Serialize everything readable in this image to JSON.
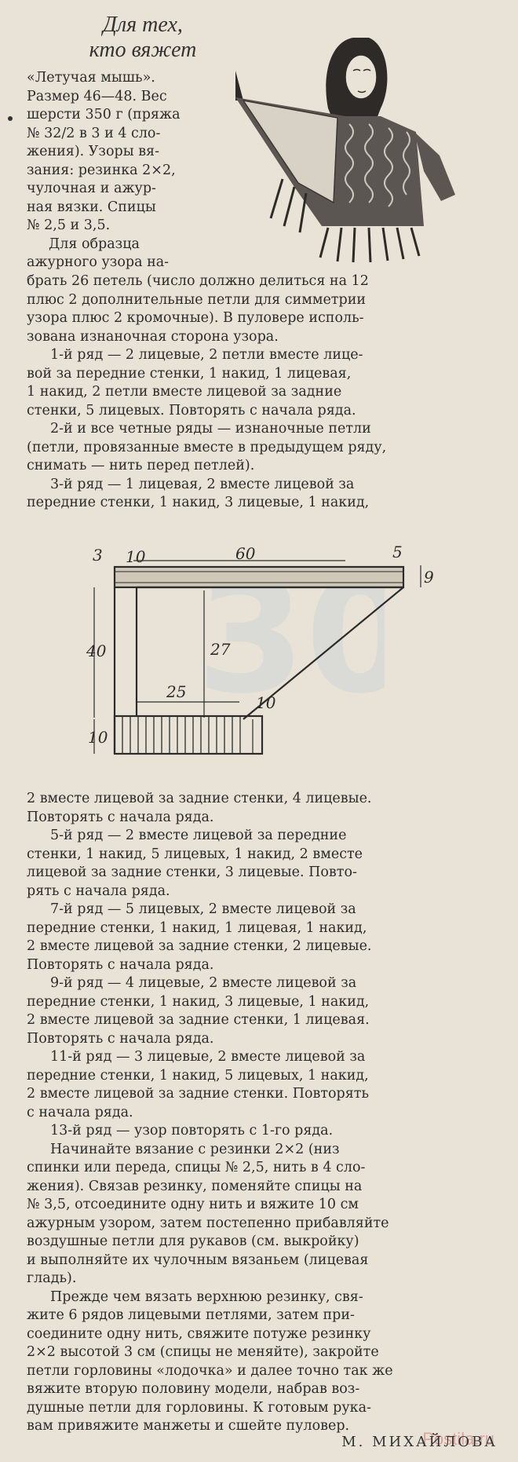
{
  "header": {
    "title_line1": "Для тех,",
    "title_line2": "кто вяжет"
  },
  "intro": [
    "«Летучая мышь».",
    "Размер 46—48. Вес",
    "шерсти 350 г (пряжа",
    "№ 32/2 в 3 и 4 сло-",
    "жения). Узоры вя-",
    "зания: резинка 2×2,",
    "чулочная и ажур-",
    "ная вязки. Спицы",
    "№ 2,5 и 3,5.",
    "Для образца",
    "ажурного узора на-"
  ],
  "body_top": [
    "брать 26 петель (число должно делиться на 12",
    "плюс 2 дополнительные петли для симметрии",
    "узора плюс 2 кромочные). В пуловере исполь-",
    "зована изнаночная сторона узора.",
    "1-й ряд — 2 лицевые, 2 петли вместе лице-",
    "вой за передние стенки, 1 накид, 1 лицевая,",
    "1 накид, 2 петли вместе лицевой за задние",
    "стенки, 5 лицевых. Повторять с начала ряда.",
    "2-й и все четные ряды — изнаночные петли",
    "(петли, провязанные вместе в предыдущем ряду,",
    "снимать — нить перед петлей).",
    "3-й ряд — 1 лицевая, 2 вместе лицевой за",
    "передние стенки, 1 накид, 3 лицевые, 1 накид,"
  ],
  "diagram": {
    "labels": {
      "a": "3",
      "b": "10",
      "c": "60",
      "d": "5",
      "e": "9",
      "f": "40",
      "g": "27",
      "h": "25",
      "i": "10",
      "j": "10"
    }
  },
  "body_bottom": [
    "2 вместе лицевой за задние стенки, 4 лицевые.",
    "Повторять с начала ряда.",
    "5-й ряд — 2 вместе лицевой за передние",
    "стенки, 1 накид, 5 лицевых, 1 накид, 2 вместе",
    "лицевой за задние стенки, 3 лицевые. Повто-",
    "рять с начала ряда.",
    "7-й ряд — 5 лицевых, 2 вместе лицевой за",
    "передние стенки, 1 накид, 1 лицевая, 1 накид,",
    "2 вместе лицевой за задние стенки, 2 лицевые.",
    "Повторять с начала ряда.",
    "9-й ряд — 4 лицевые, 2 вместе лицевой за",
    "передние стенки, 1 накид, 3 лицевые, 1 накид,",
    "2 вместе лицевой за задние стенки, 1 лицевая.",
    "Повторять с начала ряда.",
    "11-й ряд — 3 лицевые, 2 вместе лицевой за",
    "передние стенки, 1 накид, 5 лицевых, 1 накид,",
    "2 вместе лицевой за задние стенки. Повторять",
    "с начала ряда.",
    "13-й ряд — узор повторять с 1-го ряда.",
    "Начинайте вязание с резинки 2×2 (низ",
    "спинки или переда, спицы № 2,5, нить в 4 сло-",
    "жения). Связав резинку, поменяйте спицы на",
    "№ 3,5, отсоедините одну нить и вяжите 10 см",
    "ажурным узором, затем постепенно прибавляйте",
    "воздушные петли для рукавов (см. выкройку)",
    "и выполняйте их чулочным вязаньем (лицевая",
    "гладь).",
    "Прежде чем вязать верхнюю резинку, свя-",
    "жите 6 рядов лицевыми петлями, затем при-",
    "соедините одну нить, свяжите потуже резинку",
    "2×2 высотой 3 см (спицы не меняйте), закройте",
    "петли горловины «лодочка» и далее точно так же",
    "вяжите вторую половину модели, набрав воз-",
    "душные петли для горловины. К готовым рука-",
    "вам привяжите манжеты и сшейте пуловер."
  ],
  "author": "М. МИХАЙЛОВА",
  "watermark": "Postila.ru"
}
